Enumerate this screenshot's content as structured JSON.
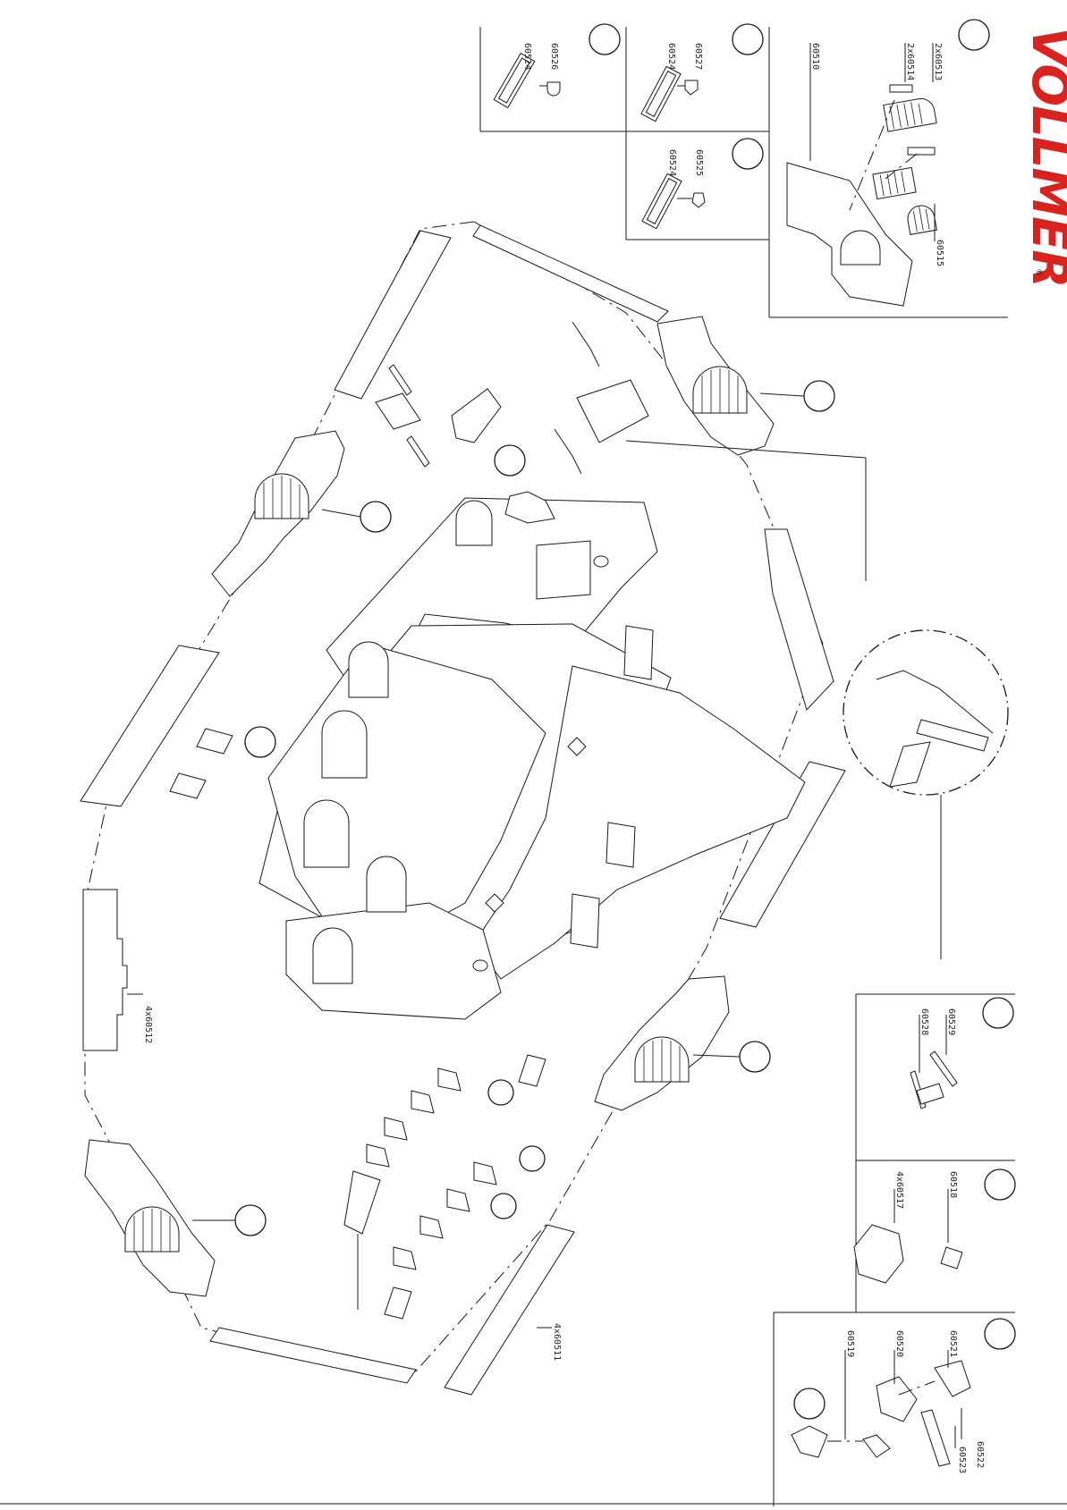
{
  "brand": {
    "name": "VOLLMER",
    "registered": "®",
    "color": "#d8231f"
  },
  "part_labels": {
    "p60526": "60526",
    "p60524_a": "60524",
    "p60527": "60527",
    "p60524_b": "60524",
    "p60510": "60510",
    "p2x60514": "2x60514",
    "p2x60513": "2x60513",
    "p60524_c": "60524",
    "p60525": "60525",
    "p60515": "60515",
    "p4x60512": "4x60512",
    "p4x60511": "4x60511",
    "p60529": "60529",
    "p60528": "60528",
    "p4x60517": "4x60517",
    "p60518": "60518",
    "p60519": "60519",
    "p60520": "60520",
    "p60521": "60521",
    "p60522": "60522",
    "p60523": "60523"
  },
  "colors": {
    "line": "#1a1a1a",
    "background": "#ffffff",
    "accent": "#d8231f"
  }
}
